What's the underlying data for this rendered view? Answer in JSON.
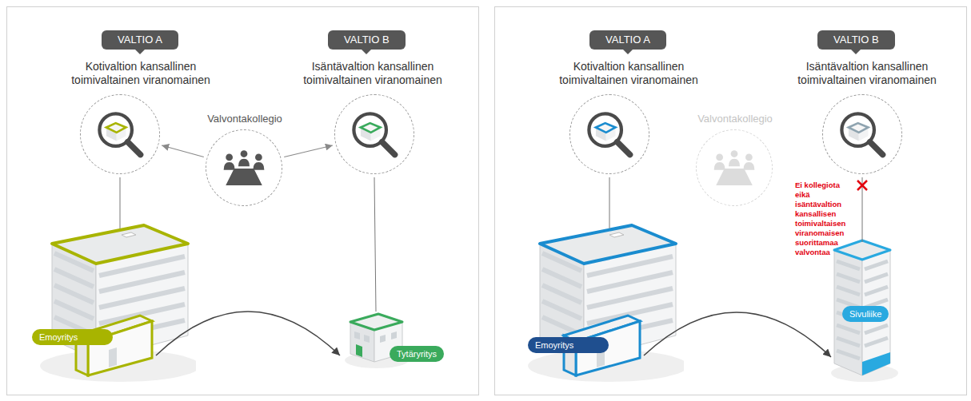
{
  "diagram": {
    "nodes": [
      {
        "text": [
          "VALTIO A"
        ]
      },
      {
        "text": [
          "Kotivaltion kansallinen toimivaltainen viranomainen"
        ]
      },
      {
        "text": [
          "VALTIO B"
        ]
      },
      {
        "text": [
          "Isäntävaltion kansallinen toimivaltainen viranomainen"
        ]
      },
      {
        "text": [
          "Valvontakollegio"
        ]
      },
      {
        "text": [
          "Emoyritys"
        ]
      },
      {
        "text": [
          "Tytäryritys"
        ]
      },
      {
        "text": [
          "VALTIO A"
        ]
      },
      {
        "text": [
          "Kotivaltion kansallinen toimivaltainen viranomainen"
        ]
      },
      {
        "text": [
          "VALTIO B"
        ]
      },
      {
        "text": [
          "Isäntävaltion kansallinen toimivaltainen viranomainen"
        ]
      },
      {
        "text": [
          "Valvontakollegio"
        ]
      },
      {
        "text": [
          "Emoyritys"
        ]
      },
      {
        "text": [
          "Sivuliike"
        ]
      }
    ],
    "edges": [
      {
        "from": 4,
        "to": 1,
        "arrow": "to"
      },
      {
        "from": 4,
        "to": 3,
        "arrow": "to"
      },
      {
        "from": 1,
        "to": 5,
        "arrow": "none"
      },
      {
        "from": 3,
        "to": 6,
        "arrow": "none"
      },
      {
        "from": 5,
        "to": 6,
        "arrow": "to"
      },
      {
        "from": 8,
        "to": 12,
        "arrow": "none"
      },
      {
        "from": 10,
        "to": 13,
        "arrow": "none"
      },
      {
        "from": 12,
        "to": 13,
        "arrow": "to"
      }
    ],
    "labels": [
      "Ei kollegiota eikä isäntävaltion kansallisen toimivaltaisen viranomaisen suorittamaa valvontaa"
    ]
  }
}
